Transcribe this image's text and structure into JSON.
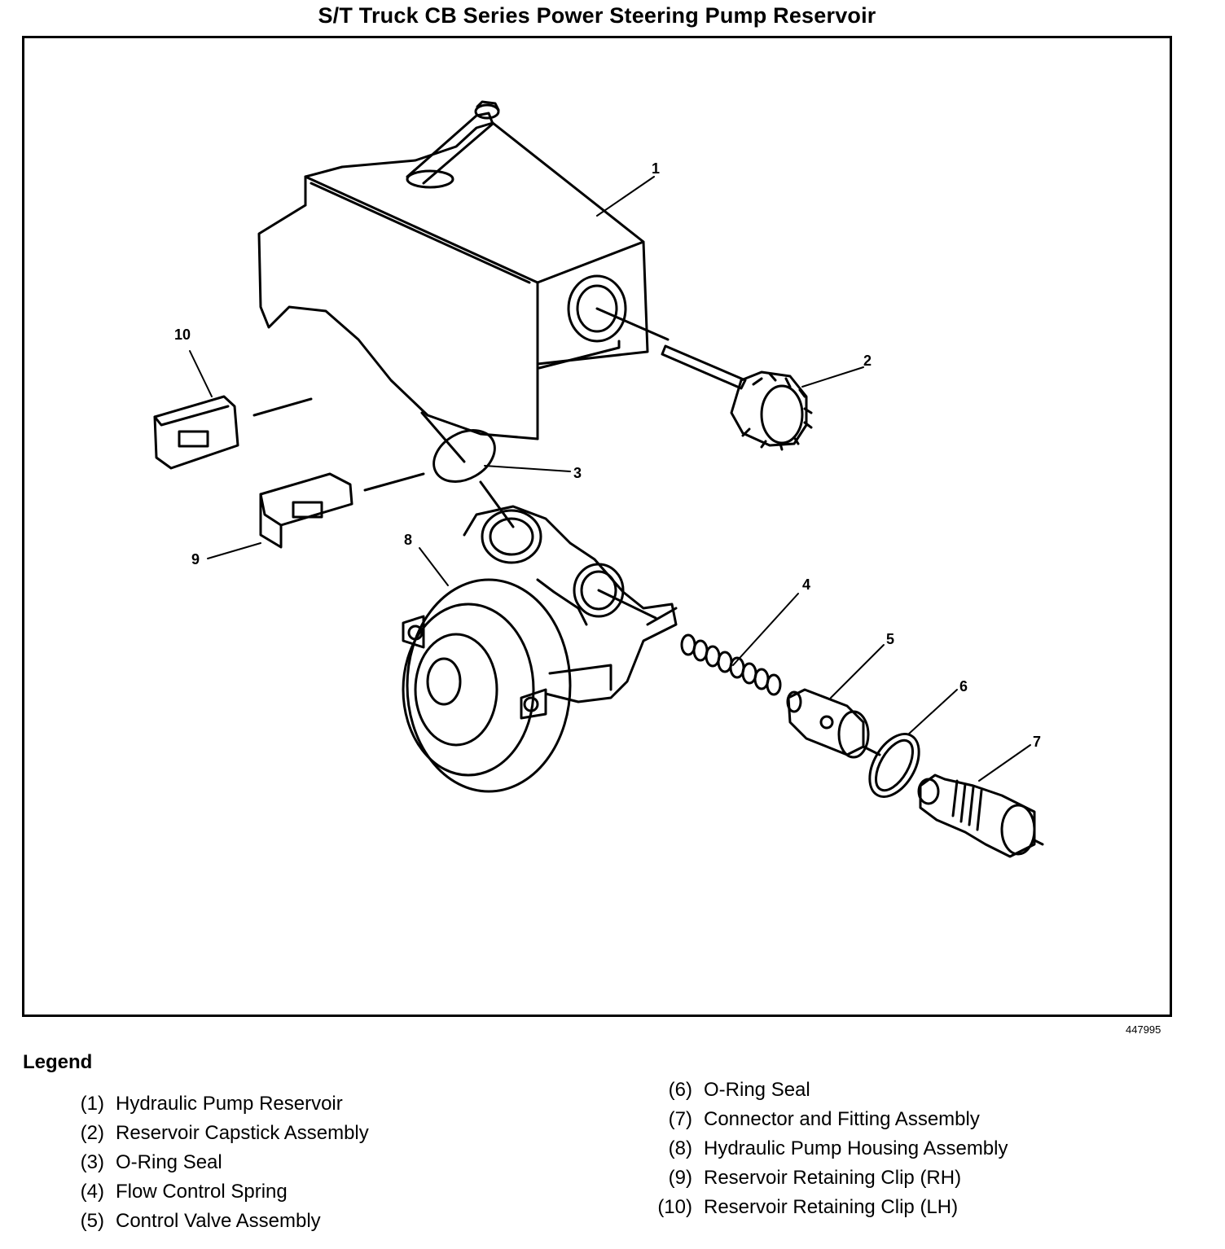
{
  "title": "S/T Truck CB Series Power Steering Pump Reservoir",
  "figure_id": "447995",
  "callouts": [
    "1",
    "2",
    "3",
    "4",
    "5",
    "6",
    "7",
    "8",
    "9",
    "10"
  ],
  "legend": {
    "heading": "Legend",
    "items": [
      {
        "num": "(1)",
        "label": "Hydraulic Pump Reservoir"
      },
      {
        "num": "(2)",
        "label": "Reservoir Capstick Assembly"
      },
      {
        "num": "(3)",
        "label": "O-Ring Seal"
      },
      {
        "num": "(4)",
        "label": "Flow Control Spring"
      },
      {
        "num": "(5)",
        "label": "Control Valve Assembly"
      },
      {
        "num": "(6)",
        "label": "O-Ring Seal"
      },
      {
        "num": "(7)",
        "label": "Connector and Fitting Assembly"
      },
      {
        "num": "(8)",
        "label": "Hydraulic Pump Housing Assembly"
      },
      {
        "num": "(9)",
        "label": "Reservoir Retaining Clip (RH)"
      },
      {
        "num": "(10)",
        "label": "Reservoir Retaining Clip (LH)"
      }
    ]
  }
}
